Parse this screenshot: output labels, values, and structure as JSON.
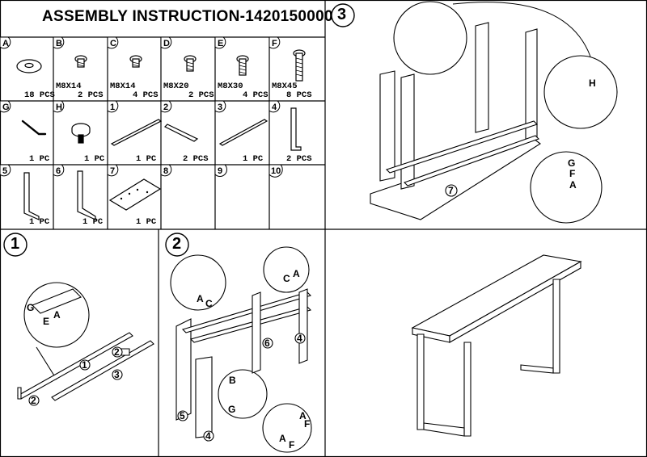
{
  "title": "ASSEMBLY INSTRUCTION-1420150000",
  "parts": [
    {
      "id": "A",
      "spec": "",
      "qty": "18 PCS"
    },
    {
      "id": "B",
      "spec": "M8X14",
      "qty": "2 PCS"
    },
    {
      "id": "C",
      "spec": "M8X14",
      "qty": "4 PCS"
    },
    {
      "id": "D",
      "spec": "M8X20",
      "qty": "2 PCS"
    },
    {
      "id": "E",
      "spec": "M8X30",
      "qty": "4 PCS"
    },
    {
      "id": "F",
      "spec": "M8X45",
      "qty": "8 PCS"
    },
    {
      "id": "G",
      "spec": "",
      "qty": "1 PC"
    },
    {
      "id": "H",
      "spec": "",
      "qty": "1 PC"
    },
    {
      "id": "1",
      "spec": "",
      "qty": "1 PC"
    },
    {
      "id": "2",
      "spec": "",
      "qty": "2 PCS"
    },
    {
      "id": "3",
      "spec": "",
      "qty": "1 PC"
    },
    {
      "id": "4",
      "spec": "",
      "qty": "2 PCS"
    },
    {
      "id": "5",
      "spec": "",
      "qty": "1 PC"
    },
    {
      "id": "6",
      "spec": "",
      "qty": "1 PC"
    },
    {
      "id": "7",
      "spec": "",
      "qty": "1 PC"
    },
    {
      "id": "8",
      "spec": "",
      "qty": ""
    },
    {
      "id": "9",
      "spec": "",
      "qty": ""
    },
    {
      "id": "10",
      "spec": "",
      "qty": ""
    }
  ],
  "steps": [
    {
      "number": "1",
      "callouts": [
        "G",
        "E",
        "A",
        "1",
        "2",
        "3",
        "2"
      ]
    },
    {
      "number": "2",
      "callouts": [
        "A",
        "C",
        "C",
        "A",
        "B",
        "G",
        "6",
        "4",
        "5",
        "4",
        "A",
        "F",
        "A",
        "F"
      ]
    },
    {
      "number": "3",
      "callouts": [
        "H",
        "G",
        "F",
        "A",
        "7"
      ]
    }
  ]
}
